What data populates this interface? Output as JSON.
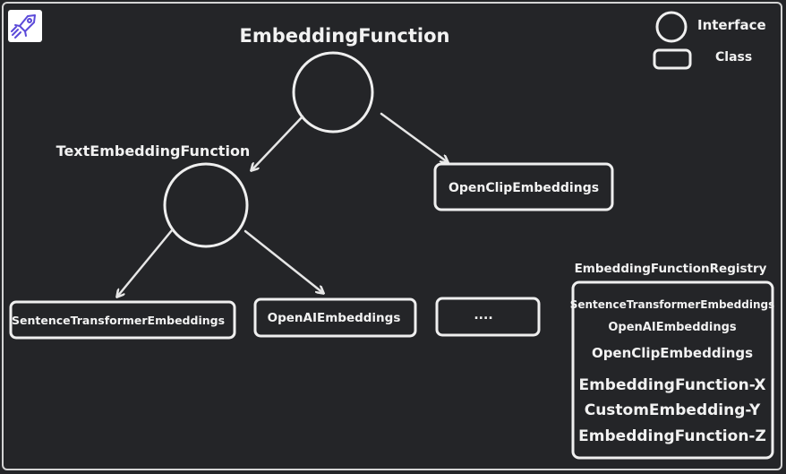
{
  "diagram": {
    "root": {
      "label": "EmbeddingFunction"
    },
    "text_interface": {
      "label": "TextEmbeddingFunction"
    },
    "classes": {
      "openclip": "OpenClipEmbeddings",
      "sentence_transformer": "SentenceTransformerEmbeddings",
      "openai": "OpenAIEmbeddings",
      "more": "...."
    },
    "legend": {
      "interface": "Interface",
      "class": "Class"
    },
    "registry": {
      "title": "EmbeddingFunctionRegistry",
      "items": [
        "SentenceTransformerEmbeddings",
        "OpenAIEmbeddings",
        "OpenClipEmbeddings",
        "EmbeddingFunction-X",
        "CustomEmbedding-Y",
        "EmbeddingFunction-Z"
      ]
    }
  },
  "icons": {
    "logo": "rocket-logo-icon"
  },
  "colors": {
    "background": "#242528",
    "stroke": "#efefef",
    "logo_accent": "#5b4ad9"
  }
}
